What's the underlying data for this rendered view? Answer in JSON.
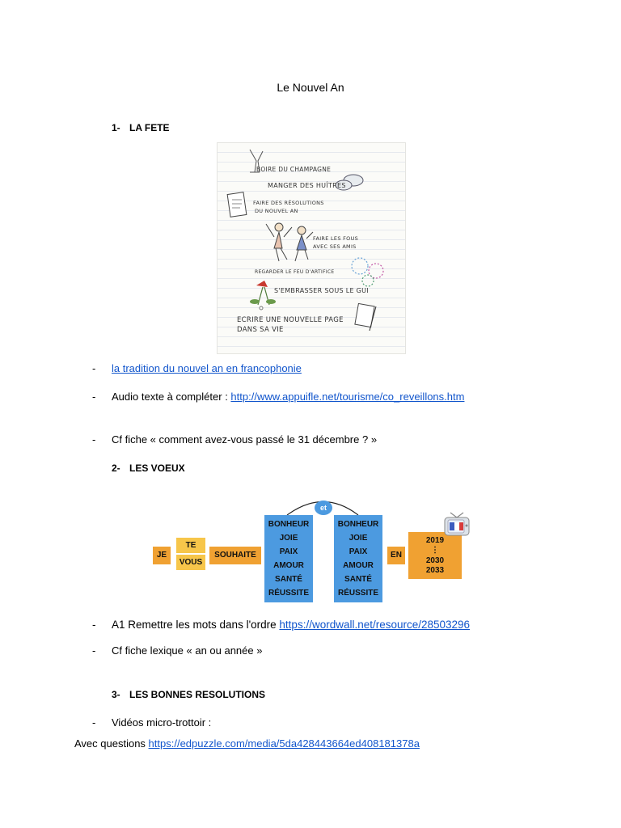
{
  "doc": {
    "title": "Le Nouvel An",
    "section1": {
      "number": "1-",
      "label": "LA FETE"
    },
    "image1": {
      "lines": [
        "BOIRE DU CHAMPAGNE",
        "MANGER DES HUÎTRES",
        "FAIRE DES RÉSOLUTIONS",
        "DU NOUVEL AN",
        "FAIRE LES FOUS",
        "AVEC SES AMIS",
        "REGARDER LE FEU D'ARTIFICE",
        "S'EMBRASSER SOUS LE GUI",
        "ECRIRE UNE NOUVELLE PAGE",
        "DANS SA VIE"
      ]
    },
    "bullet1": {
      "dash": "-",
      "link_text": "la tradition du nouvel an en francophonie"
    },
    "bullet2": {
      "dash": "-",
      "text": "Audio texte à compléter : ",
      "link_text": "http://www.appuifle.net/tourisme/co_reveillons.htm"
    },
    "bullet3": {
      "dash": "-",
      "text": "Cf fiche « comment avez-vous passé le 31 décembre ? »"
    },
    "section2": {
      "number": "2-",
      "label": "LES VOEUX"
    },
    "diagram": {
      "je": "JE",
      "te": "TE",
      "vous": "VOUS",
      "souhaite": "SOUHAITE",
      "et": "et",
      "col1": [
        "BONHEUR",
        "JOIE",
        "PAIX",
        "AMOUR",
        "SANTÉ",
        "RÉUSSITE"
      ],
      "col2": [
        "BONHEUR",
        "JOIE",
        "PAIX",
        "AMOUR",
        "SANTÉ",
        "RÉUSSITE"
      ],
      "en": "EN",
      "years": [
        "2019",
        "⋮",
        "2030",
        "2033"
      ],
      "colors": {
        "orange": "#f0a132",
        "yellow": "#f7c64a",
        "blue": "#4c9ae0"
      }
    },
    "bullet4": {
      "dash": "-",
      "text": "A1 Remettre les mots dans l'ordre ",
      "link_text": "https://wordwall.net/resource/28503296"
    },
    "bullet5": {
      "dash": "-",
      "text": "Cf fiche lexique « an ou année »"
    },
    "section3": {
      "number": "3-",
      "label": "LES BONNES RESOLUTIONS"
    },
    "bullet6": {
      "dash": "-",
      "text": "Vidéos micro-trottoir :"
    },
    "questions": {
      "text": "Avec questions ",
      "link_text": "https://edpuzzle.com/media/5da428443664ed408181378a"
    }
  }
}
